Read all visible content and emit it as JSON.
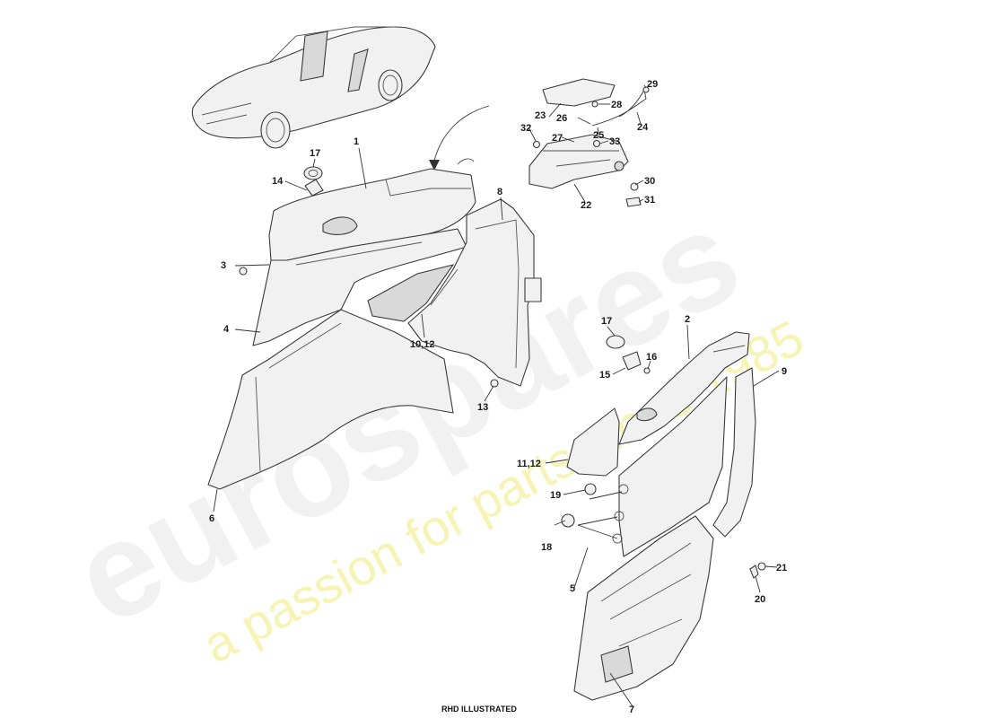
{
  "watermark": {
    "logo_text": "eurospares",
    "tagline": "a passion for parts since 1985"
  },
  "callouts": [
    "1",
    "2",
    "3",
    "4",
    "5",
    "6",
    "7",
    "8",
    "9",
    "10,12",
    "11,12",
    "13",
    "14",
    "15",
    "16",
    "17",
    "17",
    "18",
    "19",
    "20",
    "21",
    "22",
    "23",
    "24",
    "25",
    "26",
    "27",
    "28",
    "29",
    "30",
    "31",
    "32",
    "33"
  ],
  "footer": {
    "note": "RHD ILLUSTRATED"
  },
  "colors": {
    "line": "#3a3a3a",
    "panel_fill": "#f1f1f1",
    "watermark_logo": "#e6e6e6",
    "watermark_tagline": "#f3ef9a"
  },
  "icons": [
    "car-overview-icon",
    "fastener-icon",
    "grommet-icon",
    "arrow-icon"
  ]
}
